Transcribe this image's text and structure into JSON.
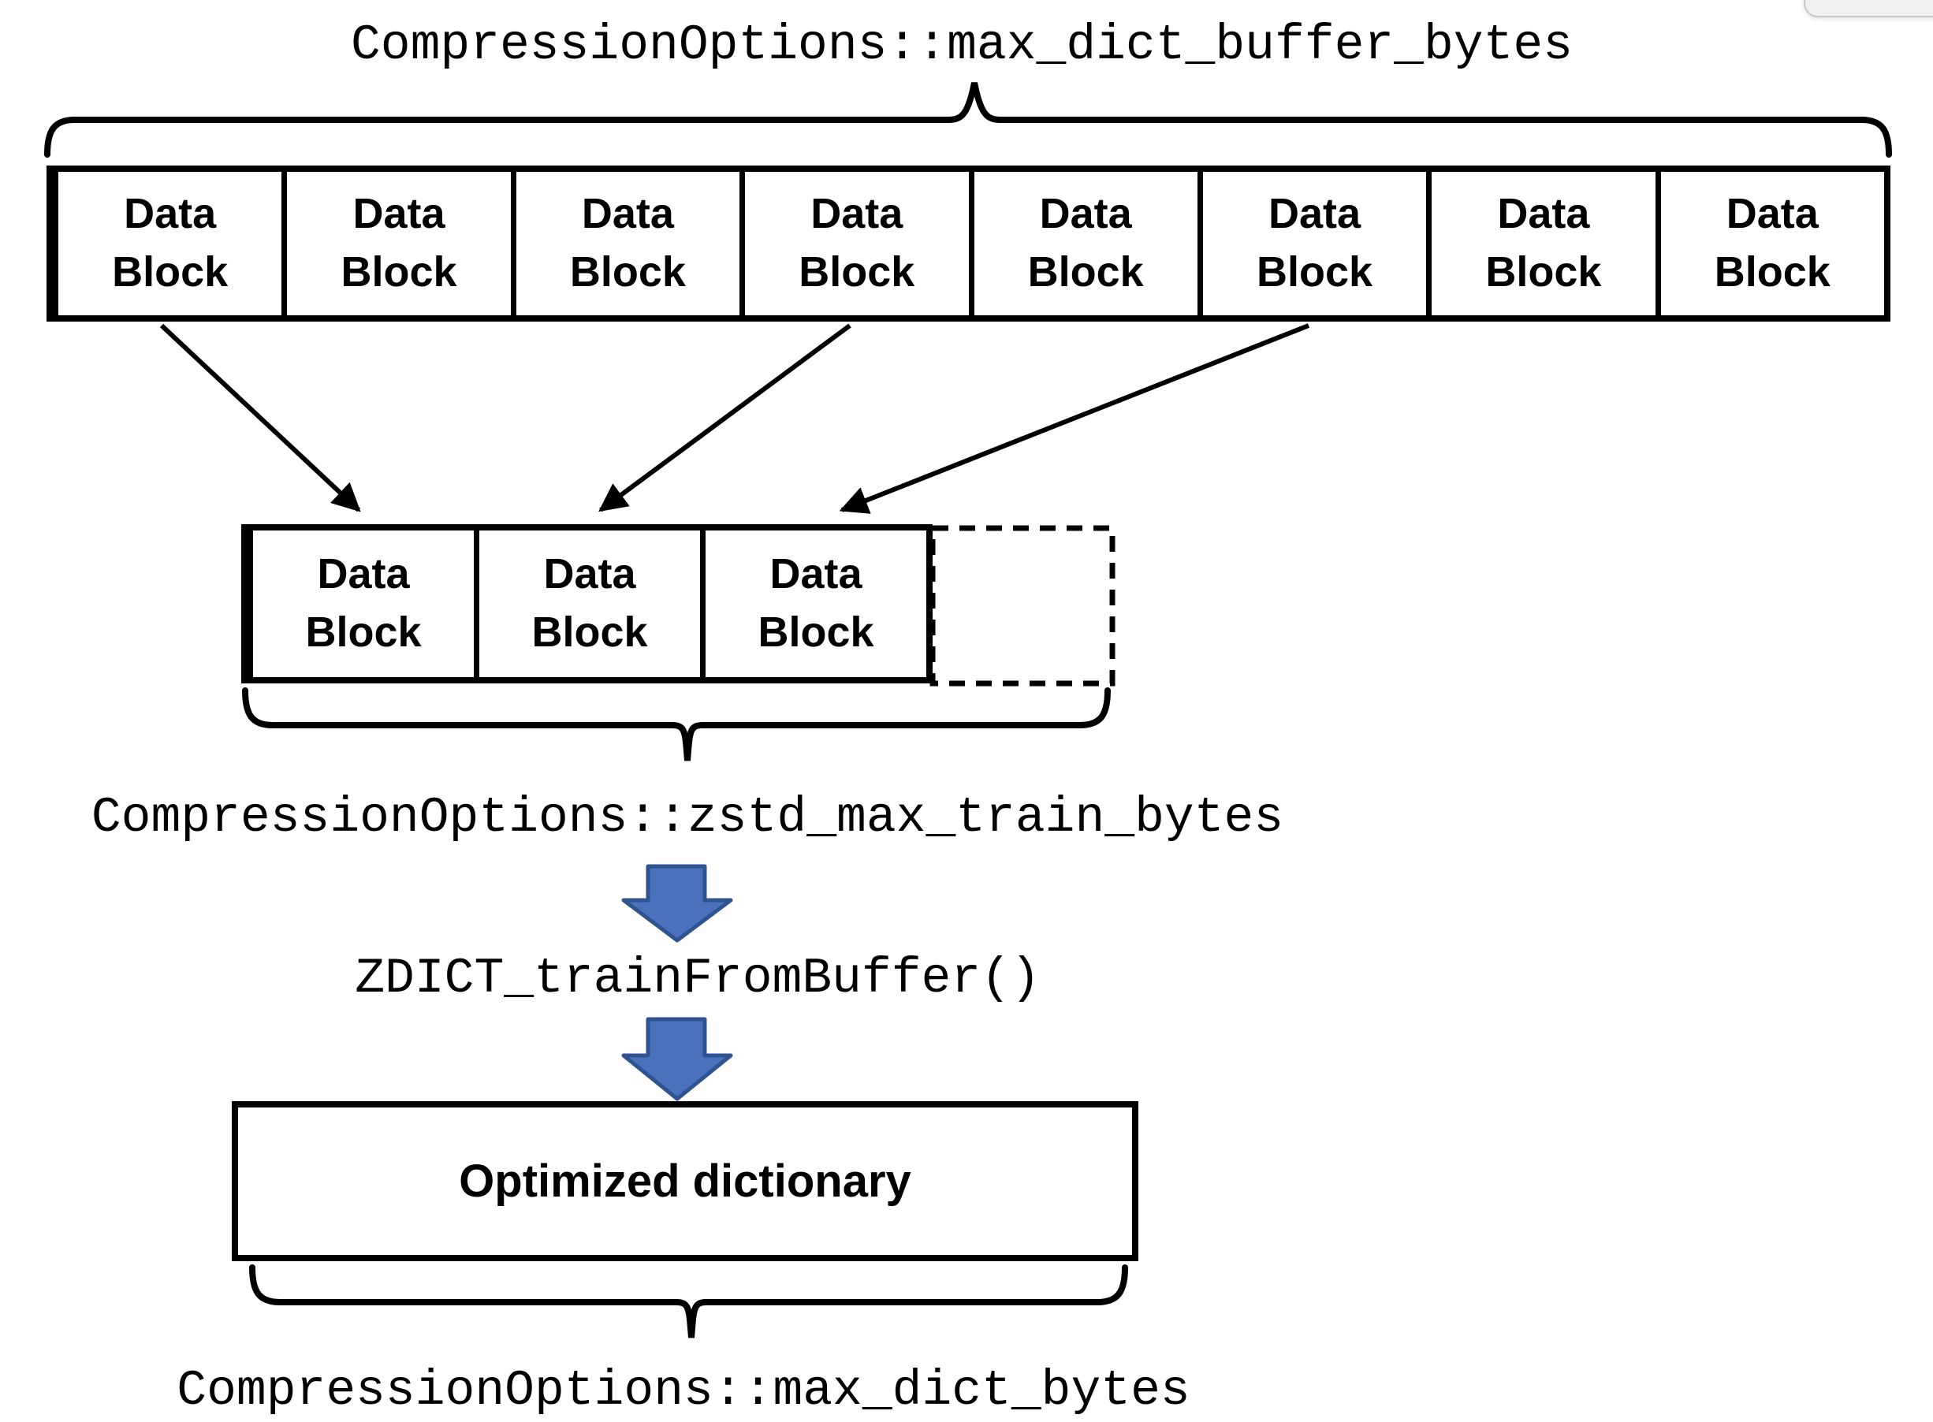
{
  "colors": {
    "line": "#000000",
    "arrow_fill": "#4a72bc",
    "arrow_border": "#2f5391",
    "overlay_bg": "#f1f1f2",
    "overlay_border": "#c9c9cb"
  },
  "diagram": {
    "buffer": {
      "label": "CompressionOptions::max_dict_buffer_bytes",
      "blocks": [
        "Data\nBlock",
        "Data\nBlock",
        "Data\nBlock",
        "Data\nBlock",
        "Data\nBlock",
        "Data\nBlock",
        "Data\nBlock",
        "Data\nBlock"
      ]
    },
    "train": {
      "label": "CompressionOptions::zstd_max_train_bytes",
      "blocks": [
        "Data\nBlock",
        "Data\nBlock",
        "Data\nBlock"
      ]
    },
    "function_label": "ZDICT_trainFromBuffer()",
    "dictionary": {
      "box_label": "Optimized dictionary",
      "label": "CompressionOptions::max_dict_bytes"
    }
  }
}
